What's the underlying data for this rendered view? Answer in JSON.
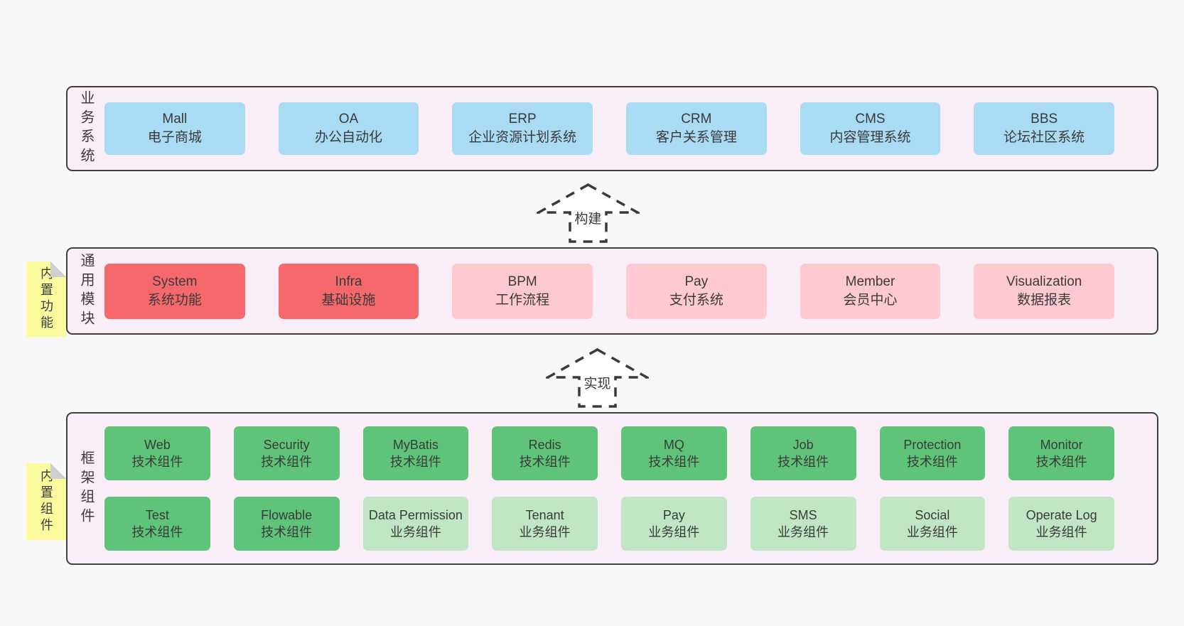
{
  "colors": {
    "page_bg": "#f8f8f8",
    "container_bg": "#f9eef7",
    "container_border": "#3f3f3f",
    "blue": "#a9dbf5",
    "red": "#f5696d",
    "pink": "#ffc9d2",
    "green": "#5fc47a",
    "light_green": "#c0e6c4",
    "sticky_yellow": "#fbfb9d",
    "fold_gray": "#cfcfcf",
    "text": "#3b3b3b"
  },
  "tiers": [
    {
      "label": "业务系统",
      "boxes": [
        {
          "name": "Mall",
          "desc": "电子商城"
        },
        {
          "name": "OA",
          "desc": "办公自动化"
        },
        {
          "name": "ERP",
          "desc": "企业资源计划系统"
        },
        {
          "name": "CRM",
          "desc": "客户关系管理"
        },
        {
          "name": "CMS",
          "desc": "内容管理系统"
        },
        {
          "name": "BBS",
          "desc": "论坛社区系统"
        }
      ]
    },
    {
      "label": "通用模块",
      "sticky": "内置功能",
      "boxes": [
        {
          "name": "System",
          "desc": "系统功能"
        },
        {
          "name": "Infra",
          "desc": "基础设施"
        },
        {
          "name": "BPM",
          "desc": "工作流程"
        },
        {
          "name": "Pay",
          "desc": "支付系统"
        },
        {
          "name": "Member",
          "desc": "会员中心"
        },
        {
          "name": "Visualization",
          "desc": "数据报表"
        }
      ]
    },
    {
      "label": "框架组件",
      "sticky": "内置组件",
      "rows": [
        [
          {
            "name": "Web",
            "desc": "技术组件"
          },
          {
            "name": "Security",
            "desc": "技术组件"
          },
          {
            "name": "MyBatis",
            "desc": "技术组件"
          },
          {
            "name": "Redis",
            "desc": "技术组件"
          },
          {
            "name": "MQ",
            "desc": "技术组件"
          },
          {
            "name": "Job",
            "desc": "技术组件"
          },
          {
            "name": "Protection",
            "desc": "技术组件"
          },
          {
            "name": "Monitor",
            "desc": "技术组件"
          }
        ],
        [
          {
            "name": "Test",
            "desc": "技术组件"
          },
          {
            "name": "Flowable",
            "desc": "技术组件"
          },
          {
            "name": "Data Permission",
            "desc": "业务组件"
          },
          {
            "name": "Tenant",
            "desc": "业务组件"
          },
          {
            "name": "Pay",
            "desc": "业务组件"
          },
          {
            "name": "SMS",
            "desc": "业务组件"
          },
          {
            "name": "Social",
            "desc": "业务组件"
          },
          {
            "name": "Operate Log",
            "desc": "业务组件"
          }
        ]
      ]
    }
  ],
  "arrows": [
    {
      "label": "构建"
    },
    {
      "label": "实现"
    }
  ]
}
